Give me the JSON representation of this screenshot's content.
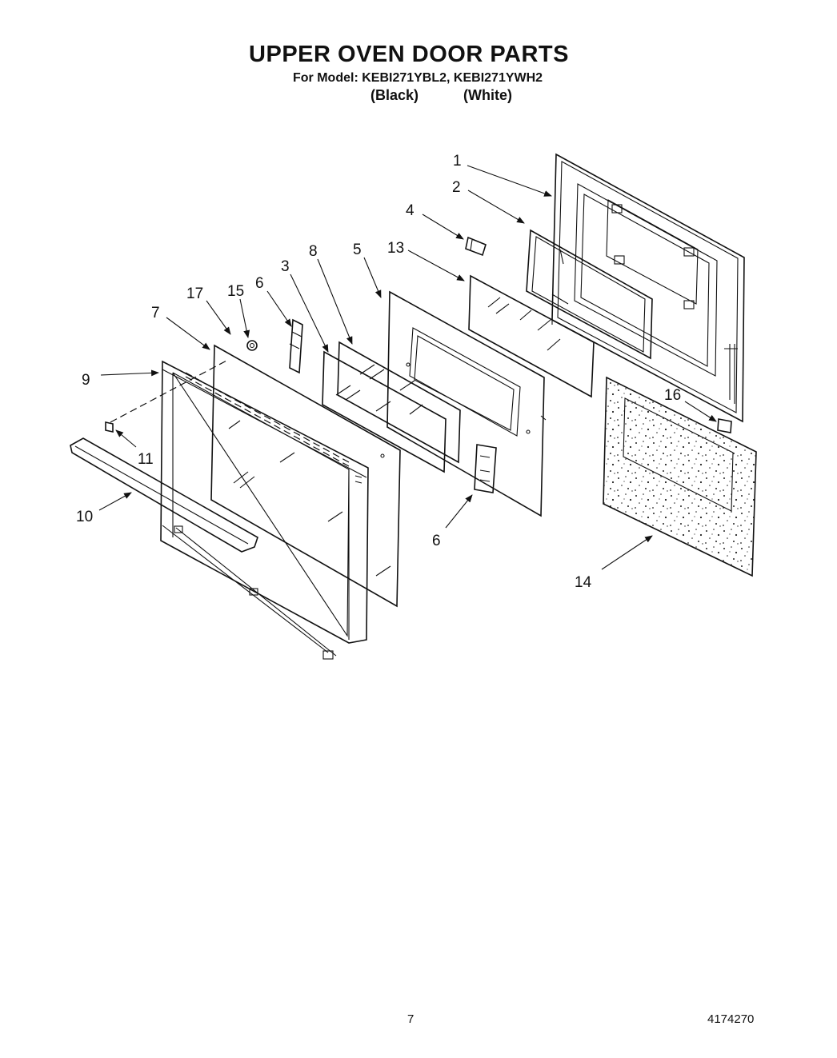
{
  "header": {
    "title": "UPPER OVEN DOOR PARTS",
    "subtitle": "For Model: KEBI271YBL2,  KEBI271YWH2",
    "variant_black": "(Black)",
    "variant_white": "(White)"
  },
  "callouts": [
    "1",
    "2",
    "4",
    "13",
    "5",
    "8",
    "3",
    "6",
    "15",
    "17",
    "7",
    "9",
    "11",
    "10",
    "6",
    "16",
    "14"
  ],
  "footer": {
    "page_number": "7",
    "document_number": "4174270"
  }
}
